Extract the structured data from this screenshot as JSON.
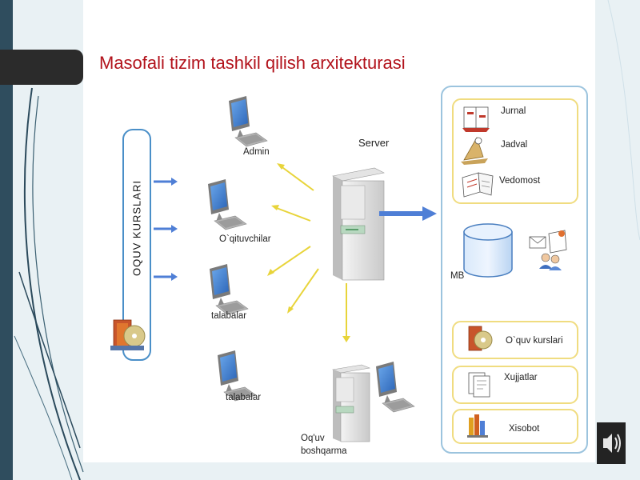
{
  "title": "Masofali tizim tashkil qilish arxitekturasi",
  "left_box_label": "OQUV KURSLARI",
  "clients": [
    {
      "label": "Admin"
    },
    {
      "label": "O`qituvchilar"
    },
    {
      "label": "talabalar"
    },
    {
      "label": "talabalar"
    }
  ],
  "server_label": "Server",
  "office_label": [
    "Oq'uv",
    "boshqarma"
  ],
  "panel_top_items": [
    {
      "label": "Jurnal",
      "icon": "journal-icon"
    },
    {
      "label": "Jadval",
      "icon": "schedule-icon"
    },
    {
      "label": "Vedomost",
      "icon": "ledger-icon"
    }
  ],
  "database_label": "MB",
  "panel_bottom_items": [
    {
      "label": "O`quv kurslari",
      "icon": "course-books-icon"
    },
    {
      "label": "Xujjatlar",
      "icon": "documents-icon"
    },
    {
      "label": "Xisobot",
      "icon": "report-icon"
    }
  ],
  "colors": {
    "title": "#b2121b",
    "arrow_blue": "#4f7fd6",
    "arrow_yellow": "#e8d43a",
    "panel_border": "#9cc4de",
    "item_border": "#f0dc80"
  }
}
